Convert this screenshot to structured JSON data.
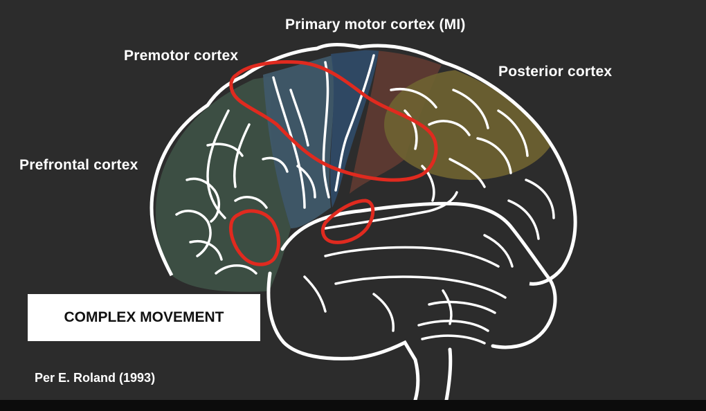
{
  "labels": {
    "primary_motor": "Primary motor cortex (MI)",
    "premotor": "Premotor cortex",
    "posterior": "Posterior cortex",
    "prefrontal": "Prefrontal cortex"
  },
  "caption": "COMPLEX MOVEMENT",
  "citation": "Per E. Roland (1993)",
  "colors": {
    "background": "#2c2c2c",
    "brain_outline": "#ffffff",
    "prefrontal_region": "#3d5045",
    "premotor_region": "#3f5869",
    "primary_motor_region": "#2f4a66",
    "motor_strip": "#5e3a32",
    "posterior_region": "#6e6231",
    "highlight_ring": "#e02a1f"
  }
}
